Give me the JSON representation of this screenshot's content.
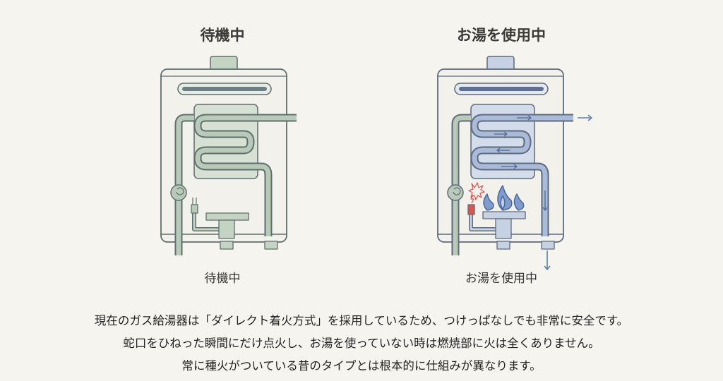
{
  "left_panel": {
    "title": "待機中",
    "caption": "待機中",
    "state": "standby",
    "pipe_color": "#b9cbb8"
  },
  "right_panel": {
    "title": "お湯を使用中",
    "caption": "お湯を使用中",
    "state": "in-use",
    "pipe_color": "#a9bbd8",
    "cold_pipe_color": "#b9cbb8",
    "flame_color": "#6f8fc4",
    "igniter_color": "#d9534f"
  },
  "description": [
    "現在のガス給湯器は「ダイレクト着火方式」を採用しているため、つけっぱなしでも非常に安全です。",
    "蛇口をひねった瞬間にだけ点火し、お湯を使っていない時は燃焼部に火は全くありません。",
    "常に種火がついている昔のタイプとは根本的に仕組みが異なります。"
  ]
}
